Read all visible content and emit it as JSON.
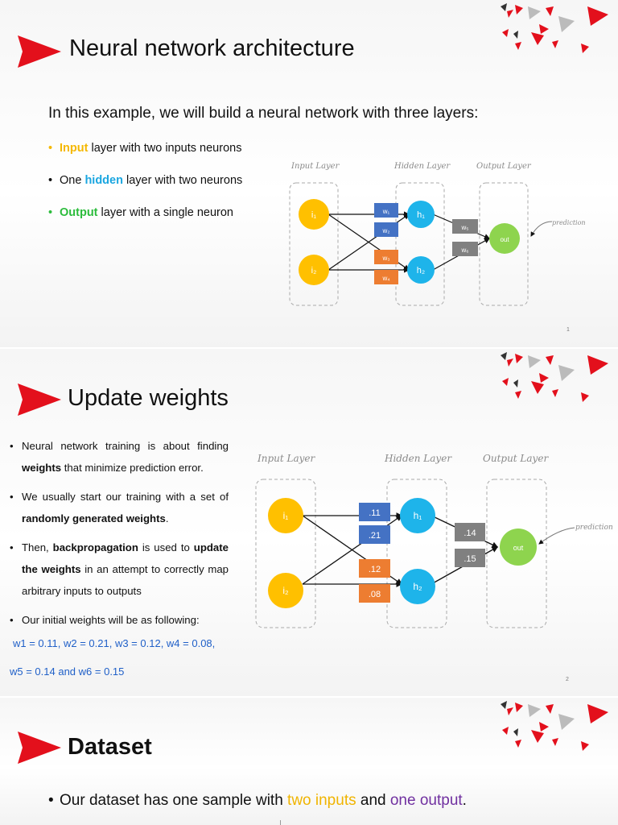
{
  "slide1": {
    "title": "Neural network architecture",
    "intro": "In this example, we will build a neural network with three layers:",
    "bullets": [
      {
        "keyword": "Input",
        "rest": " layer with two inputs neurons"
      },
      {
        "prefix": "One ",
        "keyword": "hidden",
        "rest": " layer with two neurons"
      },
      {
        "keyword": "Output",
        "rest": " layer with a single neuron"
      }
    ],
    "diagram": {
      "input_layer_label": "Input Layer",
      "hidden_layer_label": "Hidden Layer",
      "output_layer_label": "Output Layer",
      "prediction_label": "prediction",
      "input_neurons": [
        "i₁",
        "i₂"
      ],
      "hidden_neurons": [
        "h₁",
        "h₂"
      ],
      "output_neuron": "out",
      "weights": [
        "w₁",
        "w₂",
        "w₃",
        "w₄",
        "w₅",
        "w₆"
      ]
    },
    "slide_number": "1"
  },
  "slide2": {
    "title": "Update weights",
    "bullets": [
      {
        "pre": "Neural network training is about finding ",
        "bold": "weights",
        "post": " that minimize prediction error."
      },
      {
        "pre": "We usually start our training with a set of ",
        "bold": "randomly generated weights",
        "post": "."
      },
      {
        "pre": "Then, ",
        "bold": "backpropagation",
        "mid": " is used to ",
        "bold2": "update the weights",
        "post": " in an attempt to correctly map arbitrary inputs to outputs"
      },
      {
        "pre": "Our initial weights will be as following:"
      }
    ],
    "weights_line1": "w1 = 0.11, w2 = 0.21, w3 = 0.12, w4 = 0.08,",
    "weights_line2": "w5 = 0.14 and w6 = 0.15",
    "diagram": {
      "input_layer_label": "Input Layer",
      "hidden_layer_label": "Hidden Layer",
      "output_layer_label": "Output Layer",
      "prediction_label": "prediction",
      "input_neurons": [
        "i₁",
        "i₂"
      ],
      "hidden_neurons": [
        "h₁",
        "h₂"
      ],
      "output_neuron": "out",
      "weights": [
        ".11",
        ".21",
        ".12",
        ".08",
        ".14",
        ".15"
      ]
    },
    "slide_number": "2"
  },
  "slide3": {
    "title": "Dataset",
    "text_pre": "Our dataset has one sample with ",
    "text_two_inputs": "two inputs",
    "text_mid": " and ",
    "text_one_output": "one output",
    "text_post": "."
  },
  "colors": {
    "accent_red": "#e3101c",
    "input_neuron": "#ffc000",
    "hidden_neuron": "#1eb4ea",
    "output_neuron": "#8ed44e",
    "weight_blue": "#4472c4",
    "weight_orange": "#ed7d31",
    "weight_gray": "#808080",
    "weights_text_blue": "#2060c8",
    "keyword_purple": "#7030a0"
  }
}
